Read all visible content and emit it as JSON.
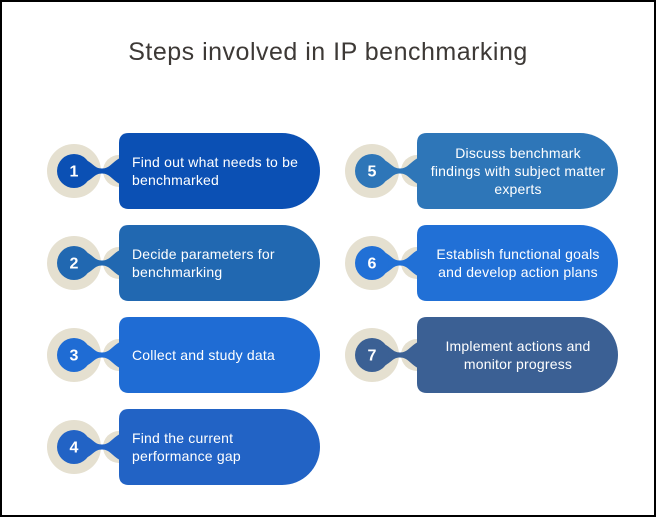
{
  "title": "Steps involved in IP benchmarking",
  "palette": {
    "background": "#ffffff",
    "border": "#000000",
    "title_color": "#3d3936",
    "label_color": "#ffffff",
    "ring_beige": "#e5e0d0"
  },
  "steps": [
    {
      "num": "1",
      "label": "Find out what needs to be benchmarked",
      "color": "#0b50b4",
      "align": "left"
    },
    {
      "num": "2",
      "label": "Decide parameters for benchmarking",
      "color": "#2168b1",
      "align": "left"
    },
    {
      "num": "3",
      "label": "Collect and study data",
      "color": "#1f6cd4",
      "align": "left"
    },
    {
      "num": "4",
      "label": "Find the current performance gap",
      "color": "#2263c5",
      "align": "left"
    },
    {
      "num": "5",
      "label": "Discuss benchmark findings with subject matter experts",
      "color": "#2e76b8",
      "align": "center"
    },
    {
      "num": "6",
      "label": "Establish functional goals and develop action plans",
      "color": "#2170d6",
      "align": "center"
    },
    {
      "num": "7",
      "label": "Implement actions and monitor progress",
      "color": "#3b6094",
      "align": "center"
    }
  ]
}
